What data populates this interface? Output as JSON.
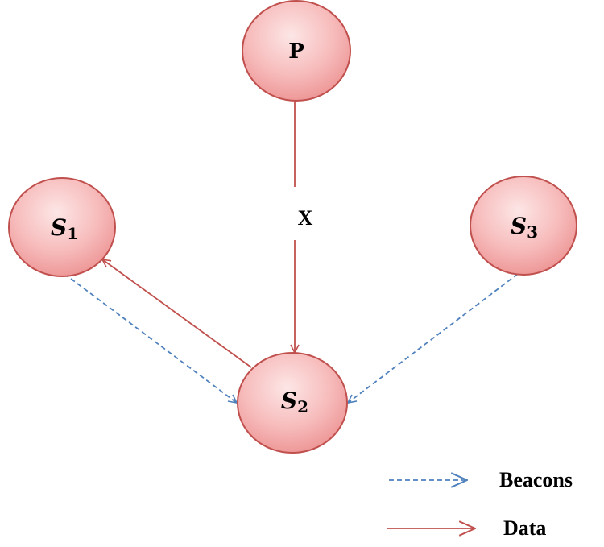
{
  "nodes": {
    "p": {
      "label": "P"
    },
    "s1": {
      "label": "S",
      "sub": "1"
    },
    "s2": {
      "label": "S",
      "sub": "2"
    },
    "s3": {
      "label": "S",
      "sub": "3"
    }
  },
  "blocked_link": {
    "label": "X"
  },
  "legend": {
    "beacons": "Beacons",
    "data": "Data"
  },
  "colors": {
    "node_fill_center": "#fde3e3",
    "node_fill_edge": "#ef9c9c",
    "node_stroke": "#c0504d",
    "data_arrow": "#c0504d",
    "beacon_arrow": "#4f81bd"
  }
}
